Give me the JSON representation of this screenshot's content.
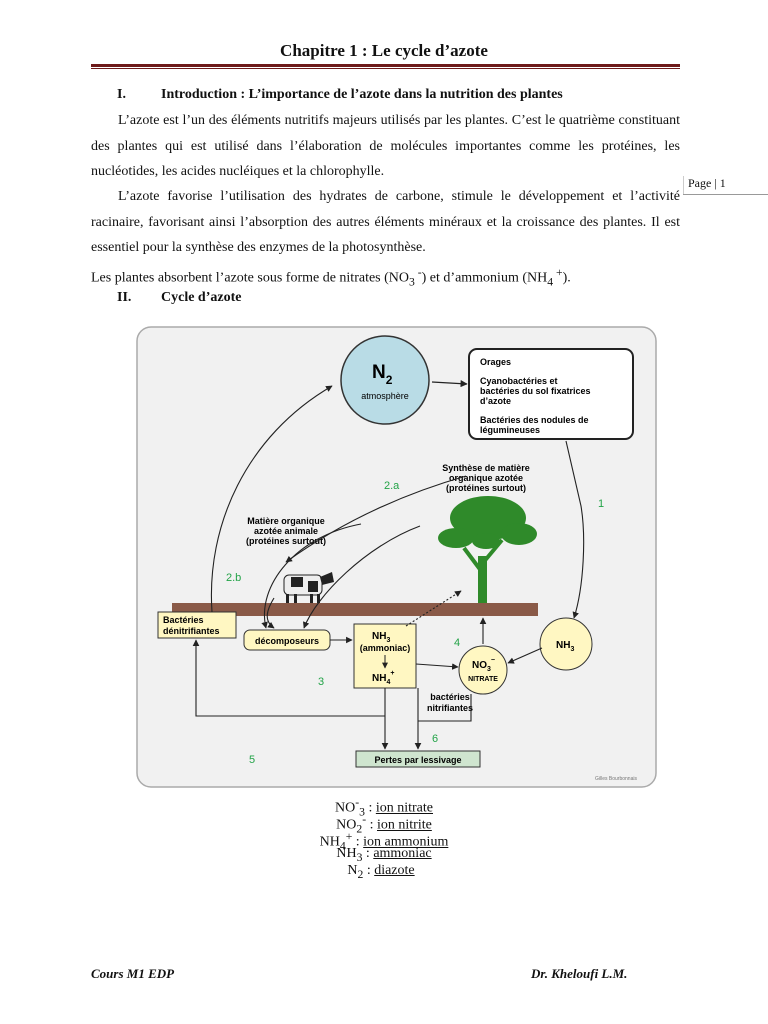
{
  "header": {
    "title": "Chapitre 1 : Le cycle d’azote"
  },
  "page_number": "Page | 1",
  "sections": [
    {
      "num": "I.",
      "label": "Introduction : L’importance de l’azote dans la nutrition des plantes"
    },
    {
      "num": "II.",
      "label": "Cycle d’azote"
    }
  ],
  "paragraphs": [
    "L’azote est l’un des éléments nutritifs majeurs utilisés par les plantes. C’est le quatrième constituant des plantes qui est utilisé dans l’élaboration de molécules importantes comme les protéines, les nucléotides, les acides nucléiques et la chlorophylle.",
    "L’azote favorise l’utilisation des hydrates de carbone, stimule le développement et l’activité racinaire, favorisant ainsi l’absorption des autres éléments minéraux et la croissance des plantes. Il est essentiel pour la synthèse des enzymes de la photosynthèse."
  ],
  "absorb": {
    "prefix": "Les plantes absorbent l’azote sous forme de nitrates (NO",
    "sub1": "3",
    "sup1": " -",
    "middle": ") et d’ammonium (NH",
    "sub2": "4",
    "sup2": " +",
    "suffix": ")."
  },
  "figure": {
    "n2": "N",
    "n2_sub": "2",
    "atmosphere": "atmosphère",
    "box_orages": "Orages",
    "box_cyano_1": "Cyanobactéries et",
    "box_cyano_2": "bactéries du sol fixatrices",
    "box_cyano_3": "d’azote",
    "box_nod_1": "Bactéries des nodules de",
    "box_nod_2": "légumineuses",
    "synth_1": "Synthèse de matière",
    "synth_2": "organique azotée",
    "synth_3": "(protéines surtout)",
    "mat_1": "Matière organique",
    "mat_2": "azotée animale",
    "mat_3": "(protéines surtout)",
    "denit_1": "Bactéries",
    "denit_2": "dénitrifiantes",
    "decomp": "décomposeurs",
    "nh3": "NH",
    "nh3_sub": "3",
    "ammoniac": "(ammoniac)",
    "nh4": "NH",
    "nh4_sub": "4",
    "nh4_sup": "+",
    "no3": "NO",
    "no3_sub": "3",
    "no3_sup": "−",
    "nitrate": "NITRATE",
    "nh3_circle": "NH",
    "nh3_circle_sub": "3",
    "nitrif_1": "bactéries",
    "nitrif_2": "nitrifiantes",
    "pertes": "Pertes par lessivage",
    "signature": "Gilles Bourbonnais",
    "num_1": "1",
    "num_2a": "2.a",
    "num_2b": "2.b",
    "num_3": "3",
    "num_4": "4",
    "num_5": "5",
    "num_6": "6",
    "colors": {
      "number_green": "#22a347",
      "circle_blue": "#b9dce6",
      "box_yellow": "#fff7c2",
      "soil": "#8a5a48",
      "pertes_green": "#cfe5cf",
      "tree_green": "#2f8a2a"
    }
  },
  "legend": [
    {
      "formula": "NO",
      "sup_pre": "-",
      "sub": "3",
      "sep": " : ",
      "name": "ion nitrate"
    },
    {
      "formula": "NO",
      "sub": "2",
      "sup": "-",
      "sep": " : ",
      "name": "ion nitrite"
    },
    {
      "formula": "NH",
      "sub": "4",
      "sup": "+",
      "sep": " : ",
      "name": "ion ammonium"
    },
    {
      "formula": "NH",
      "sub": "3",
      "sep": " : ",
      "name": "ammoniac"
    },
    {
      "formula": "N",
      "sub": "2",
      "sep": " : ",
      "name": "diazote"
    }
  ],
  "footer": {
    "left": "Cours M1 EDP",
    "right": "Dr. Kheloufi L.M."
  }
}
